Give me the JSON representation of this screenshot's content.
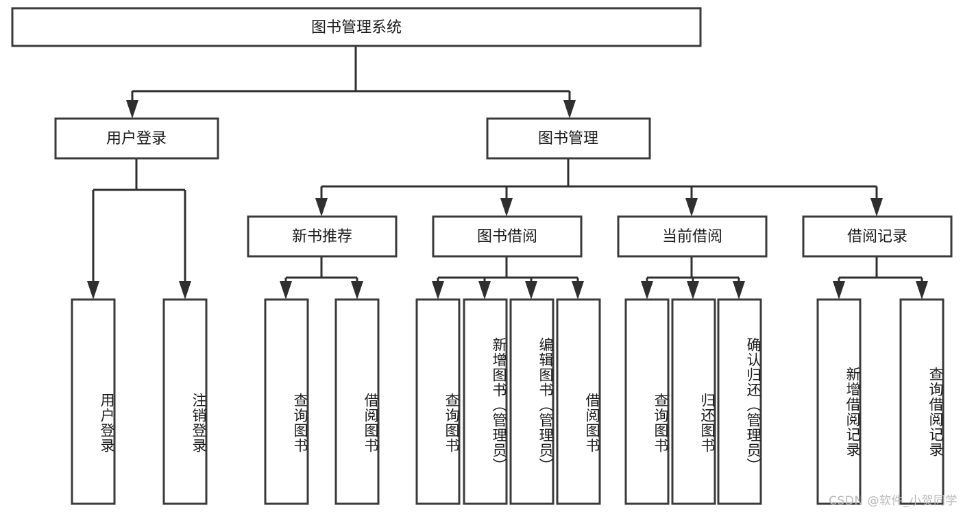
{
  "diagram": {
    "type": "tree-hierarchy",
    "title": "图书管理系统",
    "watermark": "CSDN @软件_小贺同学",
    "colors": {
      "box_stroke": "#3a3a3a",
      "connector": "#2f2f2f",
      "background": "#ffffff",
      "text": "#1b1b1b",
      "watermark": "#b8b8b8"
    },
    "root": {
      "label": "图书管理系统",
      "orientation": "horizontal"
    },
    "level1": [
      {
        "label": "用户登录",
        "orientation": "horizontal"
      },
      {
        "label": "图书管理",
        "orientation": "horizontal"
      }
    ],
    "level2": [
      {
        "label": "新书推荐",
        "orientation": "horizontal",
        "parent": "图书管理"
      },
      {
        "label": "图书借阅",
        "orientation": "horizontal",
        "parent": "图书管理"
      },
      {
        "label": "当前借阅",
        "orientation": "horizontal",
        "parent": "图书管理"
      },
      {
        "label": "借阅记录",
        "orientation": "horizontal",
        "parent": "图书管理"
      }
    ],
    "leaves": {
      "user_login": [
        {
          "label": "用户登录",
          "orientation": "vertical"
        },
        {
          "label": "注销登录",
          "orientation": "vertical"
        }
      ],
      "new_book_recommend": [
        {
          "label": "查询图书",
          "orientation": "vertical"
        },
        {
          "label": "借阅图书",
          "orientation": "vertical"
        }
      ],
      "book_borrow": [
        {
          "label": "查询图书",
          "orientation": "vertical"
        },
        {
          "label": "新增图书（管理员）",
          "orientation": "vertical"
        },
        {
          "label": "编辑图书（管理员）",
          "orientation": "vertical"
        },
        {
          "label": "借阅图书",
          "orientation": "vertical"
        }
      ],
      "current_borrow": [
        {
          "label": "查询图书",
          "orientation": "vertical"
        },
        {
          "label": "归还图书",
          "orientation": "vertical"
        },
        {
          "label": "确认归还（管理员）",
          "orientation": "vertical"
        }
      ],
      "borrow_record": [
        {
          "label": "新增借阅记录",
          "orientation": "vertical"
        },
        {
          "label": "查询借阅记录",
          "orientation": "vertical"
        }
      ]
    }
  }
}
